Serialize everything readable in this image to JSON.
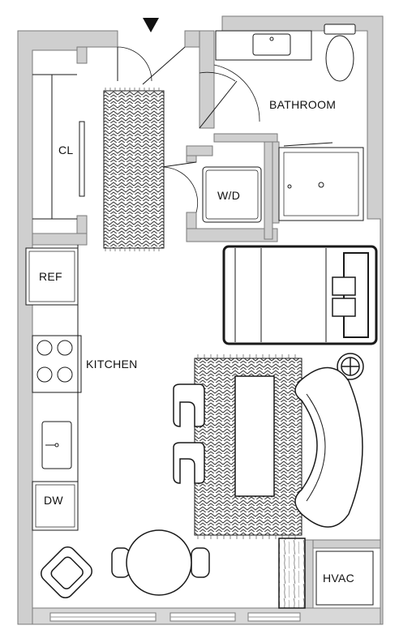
{
  "labels": {
    "closet": "CL",
    "bathroom": "BATHROOM",
    "washer_dryer": "W/D",
    "refrigerator": "REF",
    "kitchen": "KITCHEN",
    "dishwasher": "DW",
    "hvac": "HVAC"
  },
  "entry": {
    "icon": "entry-arrow-icon"
  },
  "colors": {
    "wall": "#cfcfcf",
    "wall_stroke": "#7a7a7a",
    "line": "#1a1a1a",
    "floor": "#ffffff"
  }
}
